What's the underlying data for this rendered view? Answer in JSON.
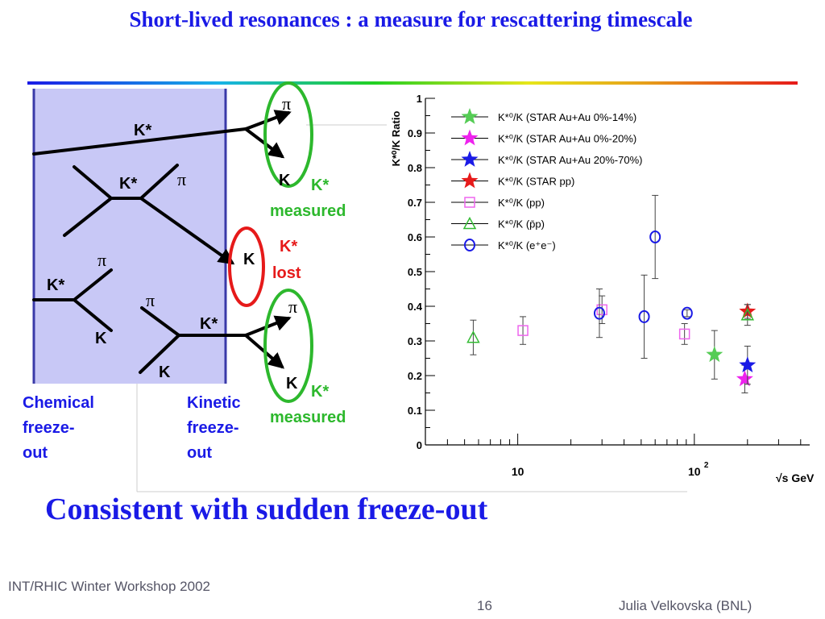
{
  "slide": {
    "title": "Short-lived resonances : a measure for rescattering timescale",
    "conclusion": "Consistent with sudden freeze-out",
    "footer": {
      "left": "INT/RHIC Winter Workshop 2002",
      "page": "16",
      "author": "Julia Velkovska (BNL)"
    }
  },
  "diagram": {
    "chemical_label": [
      "Chemical",
      "freeze-",
      "out"
    ],
    "kinetic_label": [
      "Kinetic",
      "freeze-",
      "out"
    ],
    "measured_upper": [
      "K*",
      "measured"
    ],
    "lost": [
      "K*",
      "lost"
    ],
    "measured_lower": [
      "K*",
      "measured"
    ],
    "particles": {
      "kstar": "K*",
      "pi": "π",
      "k": "K"
    },
    "colors": {
      "band": "#c8c8f6",
      "band_edge": "#3a3aa8",
      "measured": "#2db82d",
      "lost": "#e61a1a"
    }
  },
  "chart_data": {
    "type": "scatter",
    "ylabel": "K*⁰/K Ratio",
    "xlabel": "√s GeV",
    "x_scale": "log",
    "xlim": [
      3,
      450
    ],
    "ylim": [
      0,
      1
    ],
    "yticks": [
      "0",
      "0.1",
      "0.2",
      "0.3",
      "0.4",
      "0.5",
      "0.6",
      "0.7",
      "0.8",
      "0.9",
      "1"
    ],
    "xtick_labels": [
      {
        "base": "10",
        "exp": ""
      },
      {
        "base": "10",
        "exp": "2"
      }
    ],
    "legend_position": "top-left",
    "series": [
      {
        "name": "K*⁰/K (STAR Au+Au 0%-14%)",
        "marker": "star",
        "color": "#55cc55",
        "points": [
          {
            "x": 130,
            "y": 0.26,
            "err": 0.07
          }
        ]
      },
      {
        "name": "K*⁰/K (STAR Au+Au 0%-20%)",
        "marker": "star",
        "color": "#ee22ee",
        "points": [
          {
            "x": 193,
            "y": 0.19,
            "err": 0.04
          }
        ]
      },
      {
        "name": "K*⁰/K (STAR Au+Au 20%-70%)",
        "marker": "star",
        "color": "#1a1ae6",
        "points": [
          {
            "x": 200,
            "y": 0.23,
            "err": 0.055
          }
        ]
      },
      {
        "name": "K*⁰/K (STAR pp)",
        "marker": "star",
        "color": "#e61a1a",
        "points": [
          {
            "x": 200,
            "y": 0.385,
            "err": 0.02
          }
        ]
      },
      {
        "name": "K*⁰/K (pp)",
        "marker": "square",
        "color": "#ee66ee",
        "points": [
          {
            "x": 10.7,
            "y": 0.33,
            "err": 0.04
          },
          {
            "x": 30,
            "y": 0.39,
            "err": 0.04
          },
          {
            "x": 88,
            "y": 0.32,
            "err": 0.03
          }
        ]
      },
      {
        "name": "K*⁰/K (p̄p)",
        "marker": "triangle",
        "color": "#33bb33",
        "points": [
          {
            "x": 5.6,
            "y": 0.31,
            "err": 0.05
          },
          {
            "x": 200,
            "y": 0.375,
            "err": 0.03
          }
        ]
      },
      {
        "name": "K*⁰/K (e⁺e⁻)",
        "marker": "circle",
        "color": "#1a1ae6",
        "points": [
          {
            "x": 29,
            "y": 0.38,
            "err": 0.07
          },
          {
            "x": 52,
            "y": 0.37,
            "err": 0.12
          },
          {
            "x": 60,
            "y": 0.6,
            "err": 0.12
          },
          {
            "x": 91,
            "y": 0.38,
            "err": 0.01
          }
        ]
      }
    ]
  }
}
